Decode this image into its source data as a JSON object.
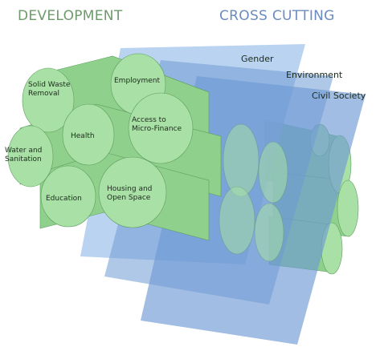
{
  "headings": {
    "development": "DEVELOPMENT",
    "cross_cutting": "CROSS CUTTING"
  },
  "colors": {
    "development_heading": "#6e9a6c",
    "cross_cutting_heading": "#6b8bc0",
    "pillar_fill": "#8fd08d",
    "pillar_cap": "#a9e0a6",
    "pillar_shadow": "#5e9e5c",
    "plane_fill": "#6f9ad4",
    "plane_light": "#a9c8ee",
    "label_text": "#1c2a1c"
  },
  "pillars": {
    "solid_waste": [
      "Solid Waste",
      "Removal"
    ],
    "employment": [
      "Employment"
    ],
    "health": [
      "Health"
    ],
    "micro_finance": [
      "Access to",
      "Micro-Finance"
    ],
    "water": [
      "Water and",
      "Sanitation"
    ],
    "education": [
      "Education"
    ],
    "housing": [
      "Housing and",
      "Open Space"
    ]
  },
  "planes": {
    "gender": "Gender",
    "environment": "Environment",
    "civil_society": "Civil Society"
  }
}
